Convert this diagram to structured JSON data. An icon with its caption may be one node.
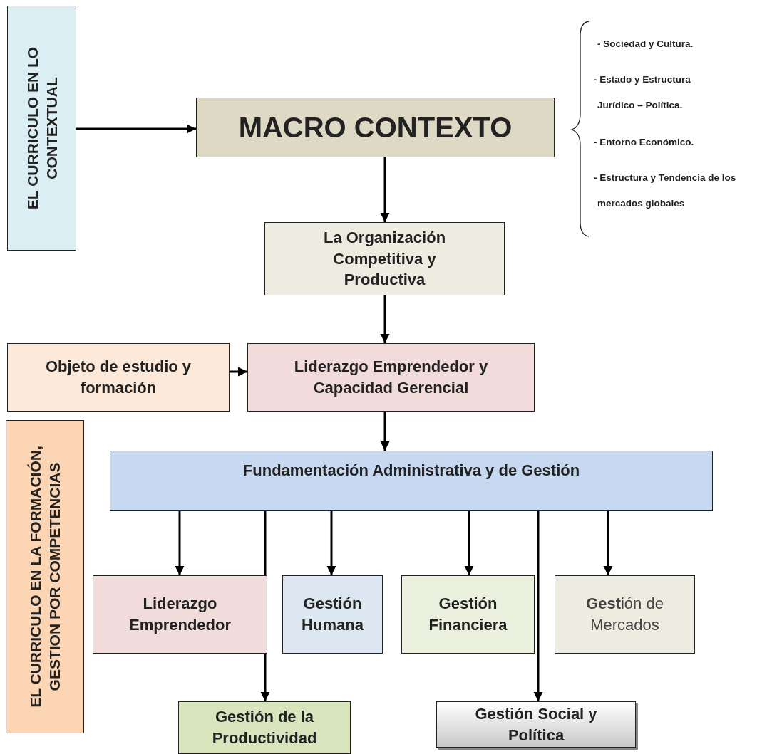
{
  "diagram": {
    "nodes": [
      {
        "text": [
          "EL CURRICULO EN LO CONTEXTUAL"
        ]
      },
      {
        "text": [
          "MACRO CONTEXTO"
        ]
      },
      {
        "text": [
          "La Organización Competitiva y Productiva"
        ]
      },
      {
        "text": [
          "Objeto de estudio y formación"
        ]
      },
      {
        "text": [
          "Liderazgo Emprendedor y Capacidad Gerencial"
        ]
      },
      {
        "text": [
          "EL CURRICULO EN LA FORMACIÓN, GESTION POR COMPETENCIAS"
        ]
      },
      {
        "text": [
          "Fundamentación Administrativa y de Gestión"
        ]
      },
      {
        "text": [
          "Liderazgo Emprendedor"
        ]
      },
      {
        "text": [
          "Gestión Humana"
        ]
      },
      {
        "text": [
          "Gestión Financiera"
        ]
      },
      {
        "text": [
          "**Gest**ión de Mercados"
        ]
      },
      {
        "text": [
          "Gestión de la Productividad"
        ]
      },
      {
        "text": [
          "Gestión Social y Política"
        ]
      }
    ],
    "edges": [
      {
        "from": 0,
        "to": 1,
        "arrow": "to"
      },
      {
        "from": 1,
        "to": 2,
        "arrow": "to"
      },
      {
        "from": 2,
        "to": 4,
        "arrow": "to"
      },
      {
        "from": 3,
        "to": 4,
        "arrow": "to"
      },
      {
        "from": 4,
        "to": 6,
        "arrow": "to"
      },
      {
        "from": 6,
        "to": 7,
        "arrow": "to"
      },
      {
        "from": 6,
        "to": 8,
        "arrow": "to"
      },
      {
        "from": 6,
        "to": 9,
        "arrow": "to"
      },
      {
        "from": 6,
        "to": 10,
        "arrow": "to"
      },
      {
        "from": 6,
        "to": 11,
        "arrow": "to"
      },
      {
        "from": 6,
        "to": 12,
        "arrow": "to"
      }
    ],
    "labels": [
      "- Sociedad y Cultura.",
      "- Estado y Estructura Jurídico – Política.",
      "- Entorno Económico.",
      "- Estructura y Tendencia de los mercados globales"
    ]
  }
}
